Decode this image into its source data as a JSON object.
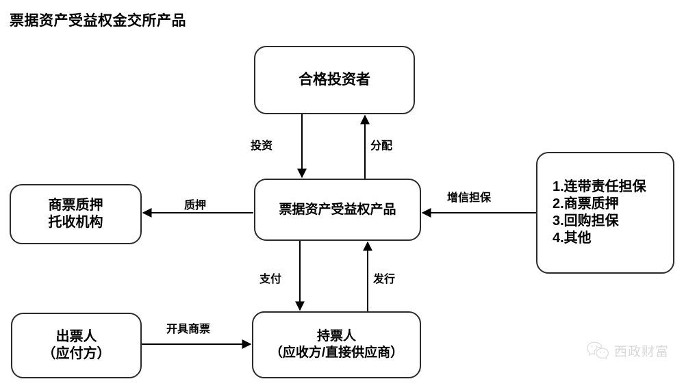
{
  "title": "票据资产受益权金交所产品",
  "nodes": {
    "investor": {
      "label": "合格投资者"
    },
    "product": {
      "label": "票据资产受益权产品"
    },
    "pledge": {
      "line1": "商票质押",
      "line2": "托收机构"
    },
    "credit": {
      "items": [
        "1.连带责任担保",
        "2.商票质押",
        "3.回购担保",
        "4.其他"
      ]
    },
    "holder": {
      "line1": "持票人",
      "line2": "（应收方/直接供应商）"
    },
    "drawer": {
      "line1": "出票人",
      "line2": "（应付方）"
    }
  },
  "edges": {
    "invest": "投资",
    "distribute": "分配",
    "pledge": "质押",
    "credit_guarantee": "增信担保",
    "pay": "支付",
    "issue": "发行",
    "draw_bill": "开具商票"
  },
  "watermark": {
    "text": "西政财富",
    "icon": "wechat-icon",
    "color": "#b9b9b9"
  },
  "colors": {
    "stroke": "#2b2b2b",
    "text": "#000000",
    "background": "#ffffff"
  }
}
